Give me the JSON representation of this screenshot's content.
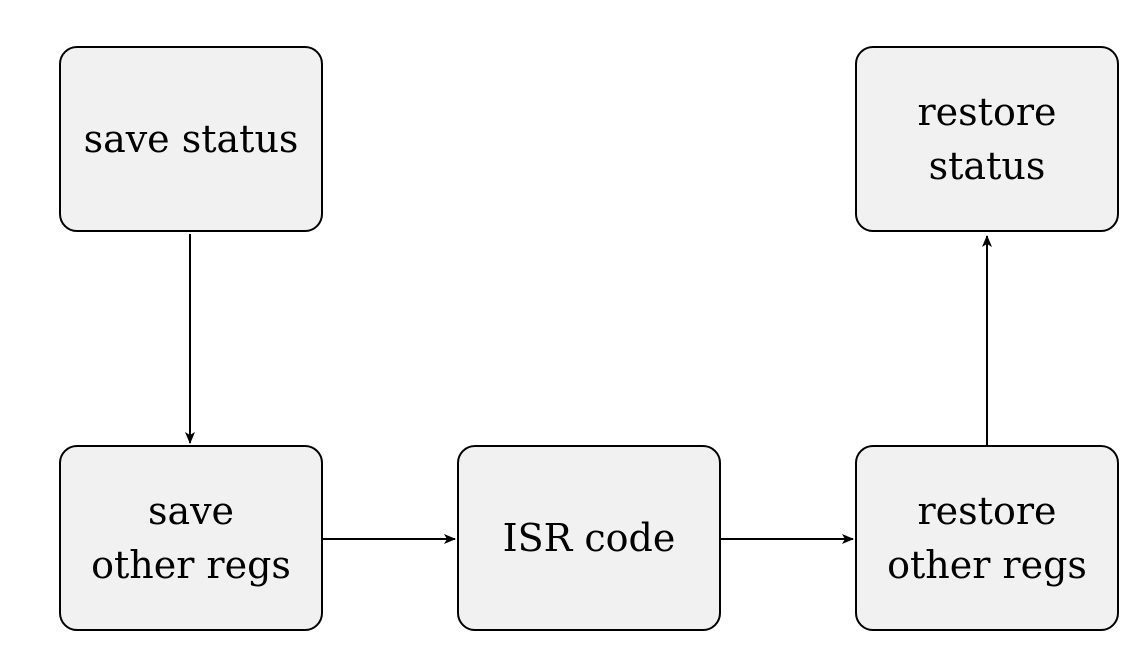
{
  "nodes": {
    "save_status": "save status",
    "restore_status": "restore\nstatus",
    "save_other_regs": "save\nother regs",
    "isr_code": "ISR code",
    "restore_other_regs": "restore\nother regs"
  },
  "colors": {
    "node_fill": "#f1f1f1",
    "node_border": "#000000",
    "edge": "#000000",
    "background": "#ffffff"
  },
  "edges": [
    {
      "from": "save status",
      "to": "save other regs"
    },
    {
      "from": "save other regs",
      "to": "ISR code"
    },
    {
      "from": "ISR code",
      "to": "restore other regs"
    },
    {
      "from": "restore other regs",
      "to": "restore status"
    }
  ]
}
